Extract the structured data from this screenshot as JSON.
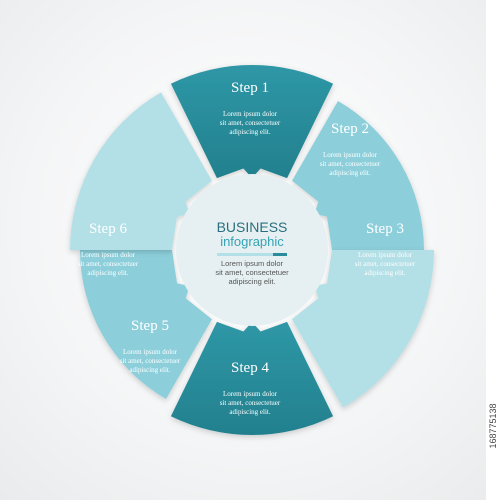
{
  "center": {
    "title": "BUSINESS",
    "subtitle": "infographic",
    "text_lines": [
      "Lorem ipsum dolor",
      "sit amet, consectetuer",
      "adipiscing elit."
    ]
  },
  "steps": [
    {
      "label": "Step 1",
      "text_lines": [
        "Lorem ipsum dolor",
        "sit amet, consectetuer",
        "adipiscing elit."
      ],
      "color": "#2a8d9c",
      "text_color": "#ffffff",
      "style": "dark"
    },
    {
      "label": "Step 2",
      "text_lines": [
        "Lorem ipsum dolor",
        "sit amet, consectetuer",
        "adipiscing elit."
      ],
      "color": "#8ccfdb",
      "text_color": "#ffffff",
      "style": "light"
    },
    {
      "label": "Step 3",
      "text_lines": [
        "Lorem ipsum dolor",
        "sit amet, consectetuer",
        "adipiscing elit."
      ],
      "color": "#b3dfe6",
      "text_color": "#ffffff",
      "style": "light"
    },
    {
      "label": "Step 4",
      "text_lines": [
        "Lorem ipsum dolor",
        "sit amet, consectetuer",
        "adipiscing elit."
      ],
      "color": "#2a8d9c",
      "text_color": "#ffffff",
      "style": "dark"
    },
    {
      "label": "Step 5",
      "text_lines": [
        "Lorem ipsum dolor",
        "sit amet, consectetuer",
        "adipiscing elit."
      ],
      "color": "#8ccfdb",
      "text_color": "#ffffff",
      "style": "light"
    },
    {
      "label": "Step 6",
      "text_lines": [
        "Lorem ipsum dolor",
        "sit amet, consectetuer",
        "adipiscing elit."
      ],
      "color": "#b3dfe6",
      "text_color": "#ffffff",
      "style": "light"
    }
  ],
  "colors": {
    "accent_dark": "#2a8d9c",
    "accent_mid": "#8ccfdb",
    "accent_light": "#b3dfe6",
    "center_fill": "#e6f0f2",
    "title_color": "#2a6f7d",
    "subtitle_color": "#35a3b5",
    "body_color": "#555555"
  },
  "stock_id": "168775138"
}
